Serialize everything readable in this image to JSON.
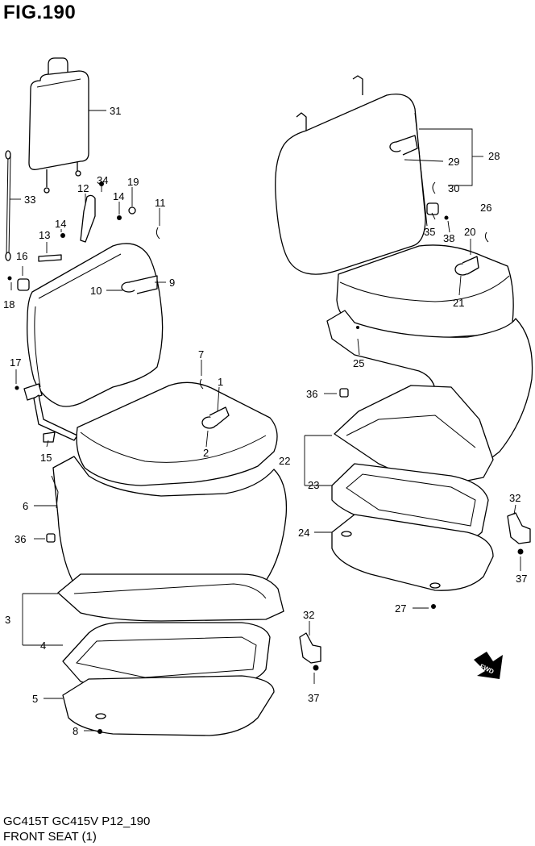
{
  "figure": {
    "title": "FIG.190",
    "model_line": "GC415T GC415V P12_190",
    "caption": "FRONT SEAT (1)",
    "fwd_label": "FWD"
  },
  "callouts": {
    "c1": "1",
    "c2": "2",
    "c3": "3",
    "c4": "4",
    "c5": "5",
    "c6": "6",
    "c7": "7",
    "c8": "8",
    "c9": "9",
    "c10": "10",
    "c11": "11",
    "c12": "12",
    "c13": "13",
    "c14a": "14",
    "c14b": "14",
    "c15": "15",
    "c16": "16",
    "c17": "17",
    "c18": "18",
    "c19": "19",
    "c20": "20",
    "c21": "21",
    "c22": "22",
    "c23": "23",
    "c24": "24",
    "c25": "25",
    "c26": "26",
    "c27": "27",
    "c28": "28",
    "c29": "29",
    "c30": "30",
    "c31": "31",
    "c32a": "32",
    "c32b": "32",
    "c33": "33",
    "c34": "34",
    "c35": "35",
    "c36a": "36",
    "c36b": "36",
    "c37a": "37",
    "c37b": "37",
    "c38": "38"
  }
}
